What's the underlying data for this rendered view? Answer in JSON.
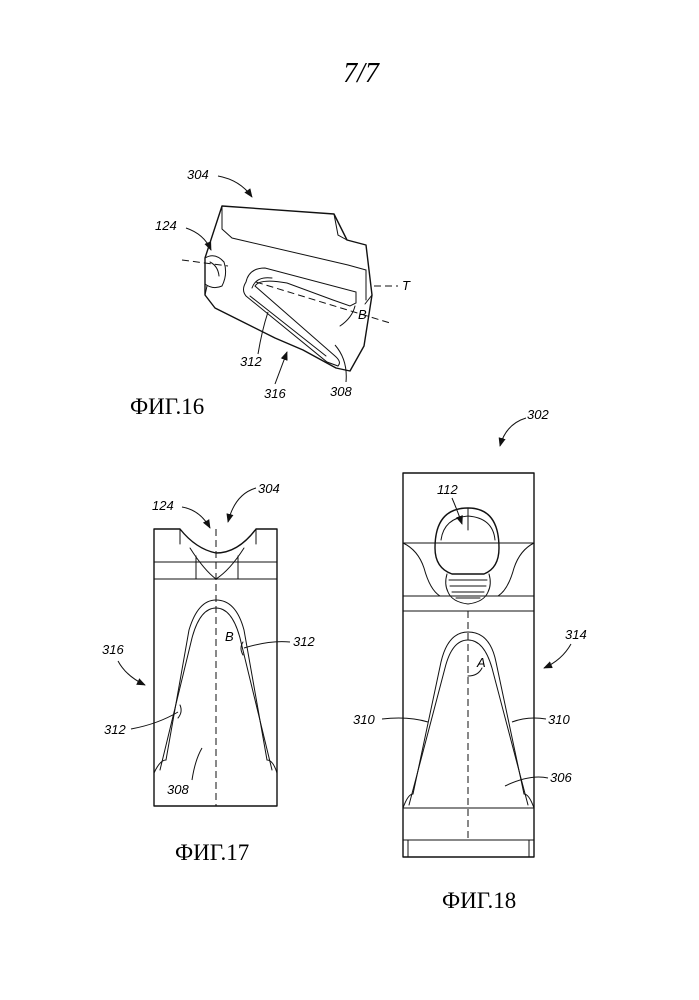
{
  "page_number": "7/7",
  "figures": [
    {
      "caption": "ФИГ.16",
      "labels": {
        "part": "304",
        "notch": "124",
        "axis_t": "T",
        "angle": "B",
        "edge": "312",
        "view": "316",
        "face": "308"
      }
    },
    {
      "caption": "ФИГ.17",
      "labels": {
        "part": "304",
        "notch": "124",
        "angle": "B",
        "edge_right": "312",
        "edge_left": "312",
        "view": "316",
        "face": "308"
      }
    },
    {
      "caption": "ФИГ.18",
      "labels": {
        "assembly": "302",
        "screw": "112",
        "view": "314",
        "angle": "A",
        "edge_left": "310",
        "edge_right": "310",
        "face": "306"
      }
    }
  ]
}
